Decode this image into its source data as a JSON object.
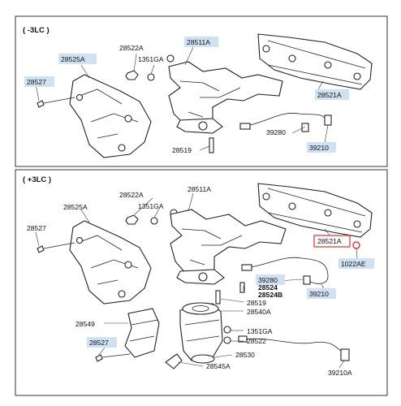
{
  "highlight_color": "#cfe2f3",
  "callout_color": "#e03030",
  "sections": [
    {
      "title": "( -3LC )",
      "labels": [
        {
          "text": "28525A",
          "hl": true
        },
        {
          "text": "28522A",
          "hl": false
        },
        {
          "text": "1351GA",
          "hl": false
        },
        {
          "text": "28511A",
          "hl": true
        },
        {
          "text": "28527",
          "hl": true
        },
        {
          "text": "28521A",
          "hl": true
        },
        {
          "text": "39280",
          "hl": false
        },
        {
          "text": "39210",
          "hl": true
        },
        {
          "text": "28519",
          "hl": false
        }
      ]
    },
    {
      "title": "( +3LC )",
      "labels": [
        {
          "text": "28522A",
          "hl": false
        },
        {
          "text": "28511A",
          "hl": false
        },
        {
          "text": "28525A",
          "hl": false
        },
        {
          "text": "1351GA",
          "hl": false
        },
        {
          "text": "28527",
          "hl": false
        },
        {
          "text": "28521A",
          "hl": false,
          "boxed": true
        },
        {
          "text": "1022AE",
          "hl": true
        },
        {
          "text": "39280",
          "hl": true
        },
        {
          "text": "28524",
          "hl": false
        },
        {
          "text": "28524B",
          "hl": false
        },
        {
          "text": "39210",
          "hl": true
        },
        {
          "text": "28519",
          "hl": false
        },
        {
          "text": "28540A",
          "hl": false
        },
        {
          "text": "28549",
          "hl": false
        },
        {
          "text": "1351GA",
          "hl": false
        },
        {
          "text": "28522",
          "hl": false
        },
        {
          "text": "28527",
          "hl": true
        },
        {
          "text": "28530",
          "hl": false
        },
        {
          "text": "28545A",
          "hl": false
        },
        {
          "text": "39210A",
          "hl": false
        }
      ]
    }
  ]
}
